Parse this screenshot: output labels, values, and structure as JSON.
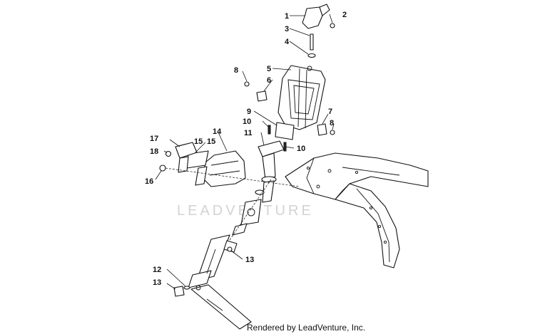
{
  "diagram": {
    "callouts": [
      "1",
      "2",
      "3",
      "4",
      "5",
      "6",
      "7",
      "8",
      "8",
      "9",
      "10",
      "10",
      "11",
      "12",
      "13",
      "13",
      "14",
      "15",
      "15",
      "16",
      "17",
      "18"
    ],
    "watermark": "LEADVENTURE",
    "footer": "Rendered by LeadVenture, Inc."
  },
  "colors": {
    "line": "#111111",
    "watermark": "#d3d3d3",
    "background": "#ffffff"
  }
}
